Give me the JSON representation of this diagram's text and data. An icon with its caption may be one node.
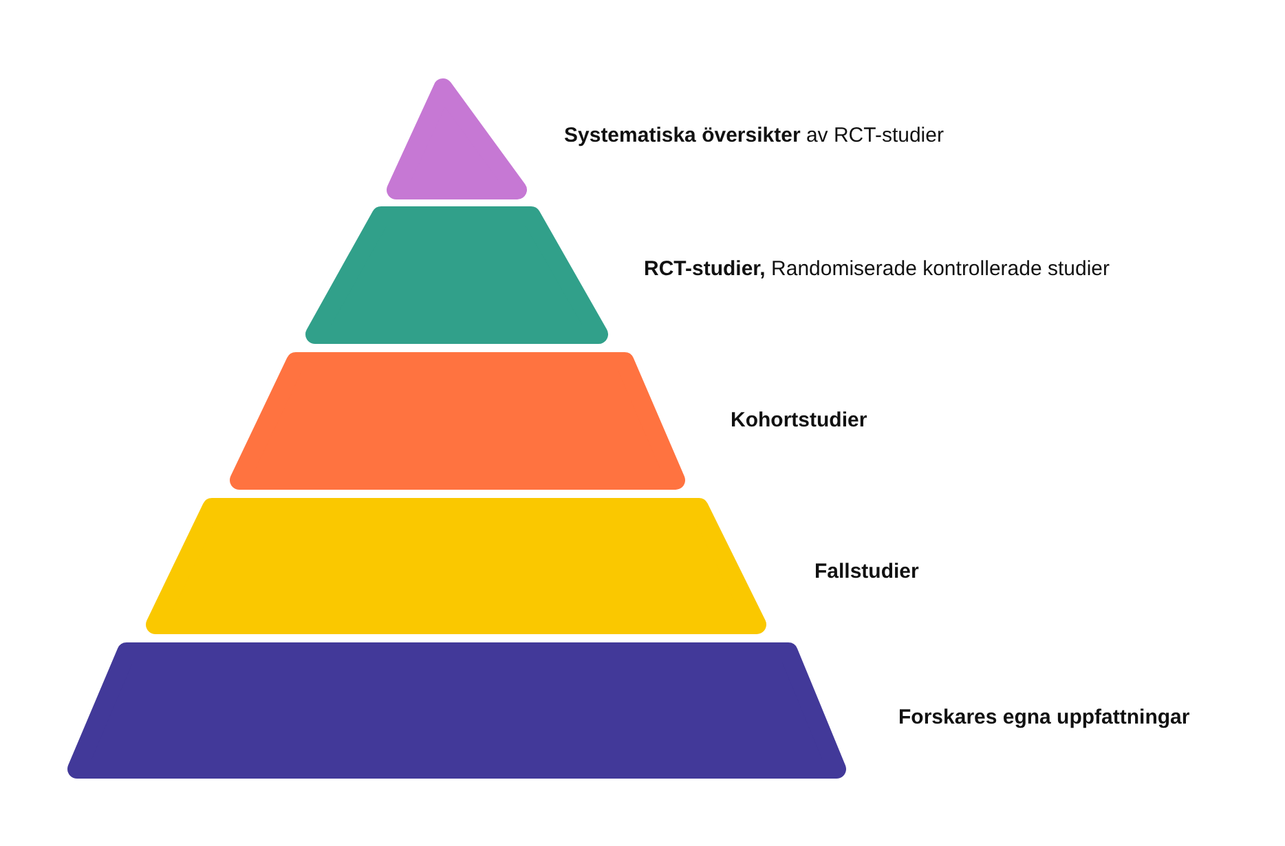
{
  "diagram": {
    "nodes": [
      {
        "text": [],
        "shape": "triangle",
        "beside": [
          "**Systematiska översikter** av RCT-studier"
        ]
      },
      {
        "text": [],
        "shape": "trapezoid",
        "beside": [
          "**RCT-studier,** Randomiserade kontrollerade studier"
        ]
      },
      {
        "text": [],
        "shape": "trapezoid",
        "beside": [
          "Kohortstudier"
        ]
      },
      {
        "text": [],
        "shape": "trapezoid",
        "beside": [
          "Fallstudier"
        ]
      },
      {
        "text": [],
        "shape": "trapezoid",
        "beside": [
          "Forskares egna uppfattningar"
        ]
      }
    ]
  }
}
